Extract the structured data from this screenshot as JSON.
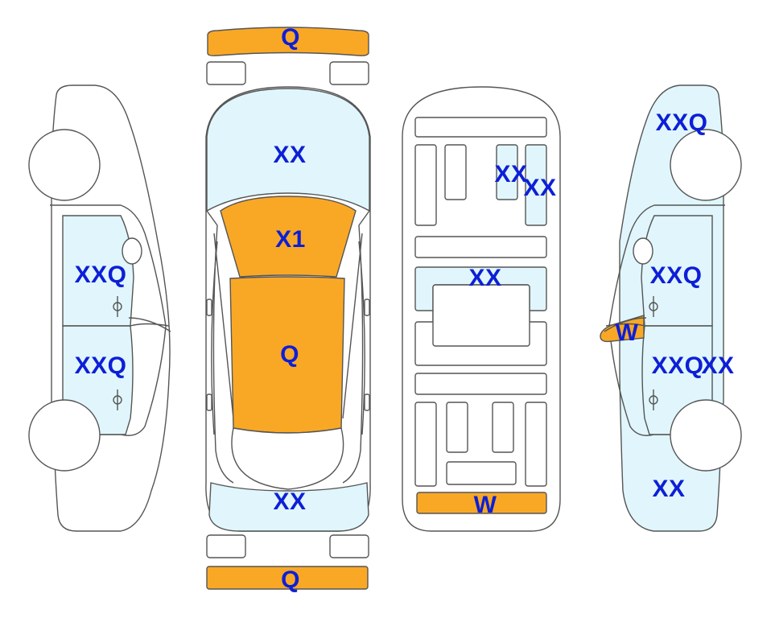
{
  "colors": {
    "outline": "#555555",
    "light_fill": "#e0f6fc",
    "damage_fill": "#f9a826",
    "label": "#0d1fd6",
    "background": "#ffffff"
  },
  "labels": {
    "front_bumper": "Q",
    "hood": "XX",
    "windshield": "X1",
    "roof": "Q",
    "rear_window_area": "XX",
    "rear_bumper": "Q",
    "floor_seat_1": "XX",
    "floor_seat_2": "XX",
    "floor_center": "XX",
    "floor_rear": "W",
    "left_front_door": "XXQ",
    "left_rear_door": "XXQ",
    "right_front_fender": "XXQ",
    "right_front_door": "XXQ",
    "right_mirror": "W",
    "right_rear_door_1": "XXQ",
    "right_rear_door_2": "XX",
    "right_rear_quarter": "XX"
  }
}
